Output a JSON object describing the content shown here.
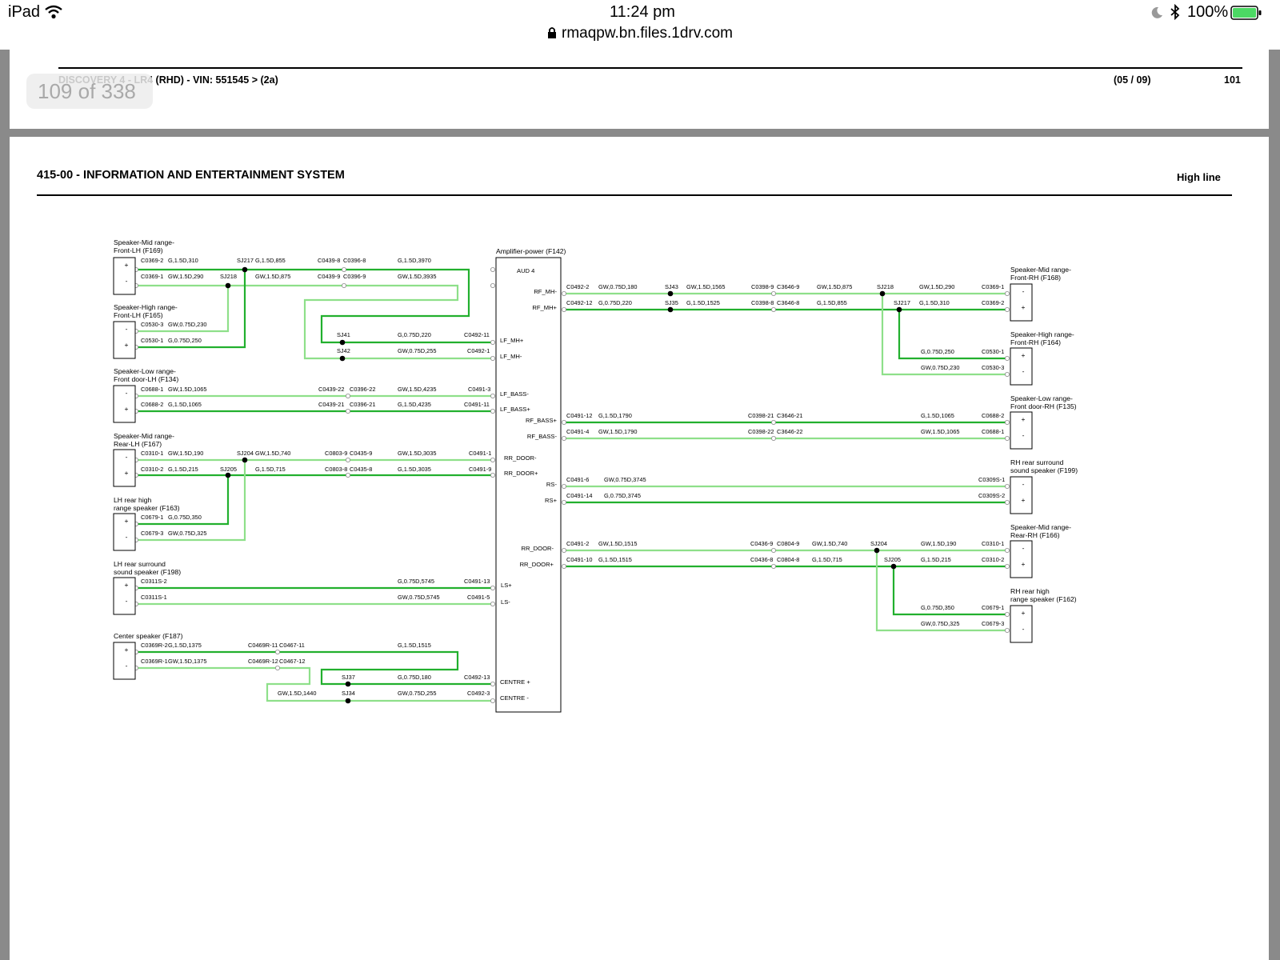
{
  "status_bar": {
    "device": "iPad",
    "time": "11:24 pm",
    "url": "rmaqpw.bn.files.1drv.com",
    "battery": "100%",
    "icons": [
      "wifi-icon",
      "lock-icon",
      "moon-icon",
      "bluetooth-icon",
      "battery-icon"
    ]
  },
  "viewer": {
    "page_counter": "109 of 338"
  },
  "page_top": {
    "header_left": "DISCOVERY 4 - LR4  (RHD) - VIN: 551545 >  (2a)",
    "header_mid": "(05 / 09)",
    "header_right": "101"
  },
  "page_main": {
    "title": "415-00 - INFORMATION AND ENTERTAINMENT SYSTEM",
    "subtitle": "High line"
  },
  "colors": {
    "wire_green": "#22b02e",
    "wire_light_green": "#8ee08a",
    "frame": "#000000",
    "viewer_bg": "#8a8a8a"
  },
  "diagram": {
    "amplifier": {
      "name": "Amplifier-power (F142)",
      "sub": "AUD 4",
      "pins": [
        {
          "label": "RF_MH-"
        },
        {
          "label": "RF_MH+"
        },
        {
          "label": "LF_MH+"
        },
        {
          "label": "LF_MH-"
        },
        {
          "label": "LF_BASS-"
        },
        {
          "label": "LF_BASS+"
        },
        {
          "label": "RF_BASS+"
        },
        {
          "label": "RF_BASS-"
        },
        {
          "label": "RR_DOOR-"
        },
        {
          "label": "RR_DOOR+"
        },
        {
          "label": "RS-"
        },
        {
          "label": "RS+"
        },
        {
          "label": "RR_DOOR-"
        },
        {
          "label": "RR_DOOR+"
        },
        {
          "label": "LS+"
        },
        {
          "label": "LS-"
        },
        {
          "label": "CENTRE +"
        },
        {
          "label": "CENTRE -"
        }
      ]
    },
    "components": [
      {
        "name": "Speaker-Mid range-\nFront-LH (F169)",
        "pins": [
          "+",
          "-"
        ]
      },
      {
        "name": "Speaker-High range-\nFront-LH (F165)",
        "pins": [
          "-",
          "+"
        ]
      },
      {
        "name": "Speaker-Low range-\nFront door-LH (F134)",
        "pins": [
          "-",
          "+"
        ]
      },
      {
        "name": "Speaker-Mid range-\nRear-LH (F167)",
        "pins": [
          "-",
          "+"
        ]
      },
      {
        "name": "LH rear high\nrange speaker (F163)",
        "pins": [
          "+",
          "-"
        ]
      },
      {
        "name": "LH rear surround\nsound speaker (F198)",
        "pins": [
          "+",
          "-"
        ]
      },
      {
        "name": "Center speaker (F187)",
        "pins": [
          "+",
          "-"
        ]
      },
      {
        "name": "Speaker-Mid range-\nFront-RH (F168)",
        "pins": [
          "-",
          "+"
        ]
      },
      {
        "name": "Speaker-High range-\nFront-RH (F164)",
        "pins": [
          "+",
          "-"
        ]
      },
      {
        "name": "Speaker-Low range-\nFront door-RH (F135)",
        "pins": [
          "+",
          "-"
        ]
      },
      {
        "name": "RH rear surround\nsound speaker (F199)",
        "pins": [
          "-",
          "+"
        ]
      },
      {
        "name": "Speaker-Mid range-\nRear-RH (F166)",
        "pins": [
          "-",
          "+"
        ]
      },
      {
        "name": "RH rear high\nrange speaker (F162)",
        "pins": [
          "+",
          "-"
        ]
      }
    ],
    "wire_labels": [
      "C0369-2",
      "G,1.5D,310",
      "SJ217",
      "G,1.5D,855",
      "C0439-8",
      "C0396-8",
      "G,1.5D,3970",
      "C0369-1",
      "GW,1.5D,290",
      "SJ218",
      "GW,1.5D,875",
      "C0439-9",
      "C0396-9",
      "GW,1.5D,3935",
      "C0530-3",
      "GW,0.75D,230",
      "C0530-1",
      "G,0.75D,250",
      "SJ41",
      "G,0.75D,220",
      "C0492-11",
      "SJ42",
      "GW,0.75D,255",
      "C0492-1",
      "C0688-1",
      "GW,1.5D,1065",
      "C0439-22",
      "C0396-22",
      "GW,1.5D,4235",
      "C0491-3",
      "C0688-2",
      "G,1.5D,1065",
      "C0439-21",
      "C0396-21",
      "G,1.5D,4235",
      "C0491-11",
      "C0310-1",
      "GW,1.5D,190",
      "SJ204",
      "GW,1.5D,740",
      "C0803-9",
      "C0435-9",
      "GW,1.5D,3035",
      "C0491-1",
      "C0310-2",
      "G,1.5D,215",
      "SJ205",
      "G,1.5D,715",
      "C0803-8",
      "C0435-8",
      "G,1.5D,3035",
      "C0491-9",
      "C0679-1",
      "G,0.75D,350",
      "C0679-3",
      "GW,0.75D,325",
      "C0311S-2",
      "G,0.75D,5745",
      "C0491-13",
      "C0311S-1",
      "GW,0.75D,5745",
      "C0491-5",
      "C0369R-2",
      "G,1.5D,1375",
      "C0469R-11",
      "C0467-11",
      "G,1.5D,1515",
      "C0369R-1",
      "GW,1.5D,1375",
      "C0469R-12",
      "C0467-12",
      "SJ37",
      "G,0.75D,180",
      "C0492-13",
      "GW,1.5D,1440",
      "SJ34",
      "GW,0.75D,255",
      "C0492-3",
      "C0492-2",
      "GW,0.75D,180",
      "SJ43",
      "GW,1.5D,1565",
      "C0398-9",
      "C3646-9",
      "GW,1.5D,875",
      "SJ218",
      "GW,1.5D,290",
      "C0369-1",
      "C0492-12",
      "G,0.75D,220",
      "SJ35",
      "G,1.5D,1525",
      "C0398-8",
      "C3646-8",
      "G,1.5D,855",
      "SJ217",
      "G,1.5D,310",
      "C0369-2",
      "G,0.75D,250",
      "C0530-1",
      "GW,0.75D,230",
      "C0530-3",
      "C0491-12",
      "G,1.5D,1790",
      "C0398-21",
      "C3646-21",
      "G,1.5D,1065",
      "C0688-2",
      "C0491-4",
      "GW,1.5D,1790",
      "C0398-22",
      "C3646-22",
      "GW,1.5D,1065",
      "C0688-1",
      "C0491-6",
      "GW,0.75D,3745",
      "C0309S-1",
      "C0491-14",
      "G,0.75D,3745",
      "C0309S-2",
      "C0491-2",
      "GW,1.5D,1515",
      "C0436-9",
      "C0804-9",
      "GW,1.5D,740",
      "SJ204",
      "GW,1.5D,190",
      "C0310-1",
      "C0491-10",
      "G,1.5D,1515",
      "C0436-8",
      "C0804-8",
      "G,1.5D,715",
      "SJ205",
      "G,1.5D,215",
      "C0310-2",
      "G,0.75D,350",
      "C0679-1",
      "GW,0.75D,325",
      "C0679-3"
    ]
  }
}
